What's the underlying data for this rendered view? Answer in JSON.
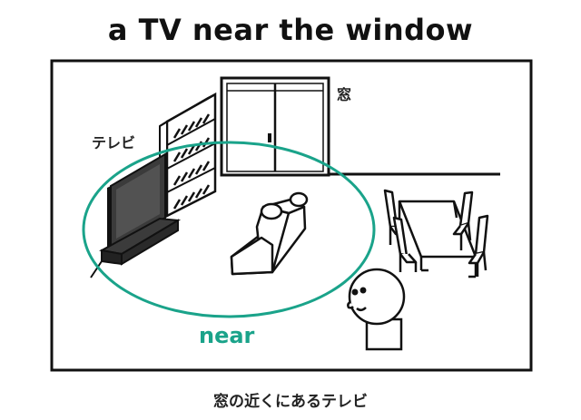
{
  "title": "a TV near the window",
  "caption": "窓の近くにあるテレビ",
  "labels": {
    "window": "窓",
    "tv": "テレビ",
    "near": "near"
  },
  "colors": {
    "accent": "#1aa38a",
    "ink": "#111111",
    "tv_stand": "#3b3b3b"
  }
}
